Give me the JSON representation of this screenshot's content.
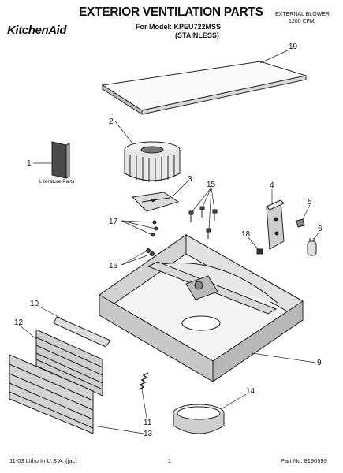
{
  "header": {
    "title": "EXTERIOR VENTILATION PARTS",
    "model_line": "For Model: KPEU722MSS",
    "model_finish": "(STAINLESS)",
    "brand": "KitchenAid",
    "blower_line1": "EXTERNAL BLOWER",
    "blower_line2": "1200 CFM"
  },
  "literature_label": "Literature Parts",
  "callouts": [
    "1",
    "2",
    "3",
    "4",
    "5",
    "6",
    "9",
    "10",
    "11",
    "12",
    "13",
    "14",
    "15",
    "16",
    "17",
    "18",
    "19"
  ],
  "footer": {
    "left": "11-03 Litho In U.S.A. (jac)",
    "page": "1",
    "part_no": "Part No. 8190599"
  }
}
